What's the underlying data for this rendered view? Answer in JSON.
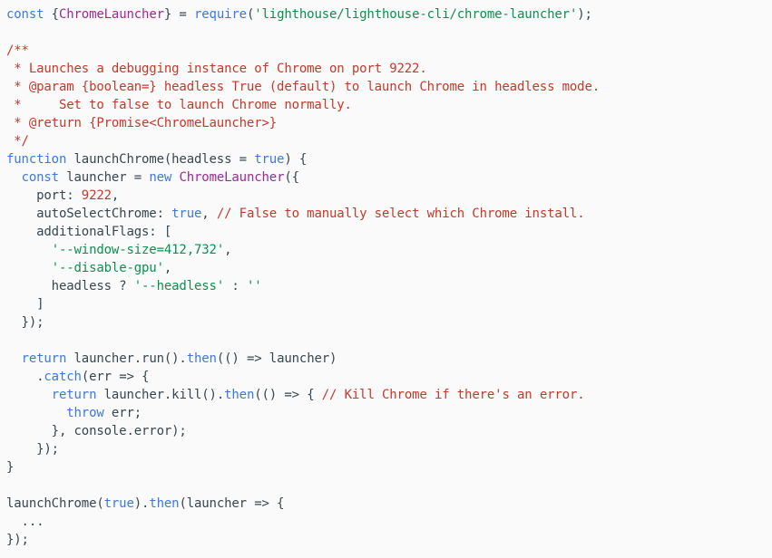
{
  "code": {
    "language": "javascript",
    "colors": {
      "background": "#fafafa",
      "plain": "#37474f",
      "keyword": "#3b78e7",
      "string": "#0d904f",
      "comment": "#c53929",
      "number": "#c53929",
      "literal": "#3b78e7",
      "class": "#a0279a",
      "method": "#3b78e7"
    },
    "lines": [
      [
        [
          "keyword",
          "const"
        ],
        [
          "plain",
          " {"
        ],
        [
          "class",
          "ChromeLauncher"
        ],
        [
          "plain",
          "} = "
        ],
        [
          "method",
          "require"
        ],
        [
          "plain",
          "("
        ],
        [
          "string",
          "'lighthouse/lighthouse-cli/chrome-launcher'"
        ],
        [
          "plain",
          ");"
        ]
      ],
      [],
      [
        [
          "comment",
          "/**"
        ]
      ],
      [
        [
          "comment",
          " * Launches a debugging instance of Chrome on port 9222."
        ]
      ],
      [
        [
          "comment",
          " * @param {boolean=} headless True (default) to launch Chrome in headless mode."
        ]
      ],
      [
        [
          "comment",
          " *     Set to false to launch Chrome normally."
        ]
      ],
      [
        [
          "comment",
          " * @return {Promise<ChromeLauncher>}"
        ]
      ],
      [
        [
          "comment",
          " */"
        ]
      ],
      [
        [
          "keyword",
          "function"
        ],
        [
          "plain",
          " launchChrome(headless = "
        ],
        [
          "literal",
          "true"
        ],
        [
          "plain",
          ") {"
        ]
      ],
      [
        [
          "plain",
          "  "
        ],
        [
          "keyword",
          "const"
        ],
        [
          "plain",
          " launcher = "
        ],
        [
          "keyword",
          "new"
        ],
        [
          "plain",
          " "
        ],
        [
          "class",
          "ChromeLauncher"
        ],
        [
          "plain",
          "({"
        ]
      ],
      [
        [
          "plain",
          "    port: "
        ],
        [
          "number",
          "9222"
        ],
        [
          "plain",
          ","
        ]
      ],
      [
        [
          "plain",
          "    autoSelectChrome: "
        ],
        [
          "literal",
          "true"
        ],
        [
          "plain",
          ", "
        ],
        [
          "comment",
          "// False to manually select which Chrome install."
        ]
      ],
      [
        [
          "plain",
          "    additionalFlags: ["
        ]
      ],
      [
        [
          "plain",
          "      "
        ],
        [
          "string",
          "'--window-size=412,732'"
        ],
        [
          "plain",
          ","
        ]
      ],
      [
        [
          "plain",
          "      "
        ],
        [
          "string",
          "'--disable-gpu'"
        ],
        [
          "plain",
          ","
        ]
      ],
      [
        [
          "plain",
          "      headless ? "
        ],
        [
          "string",
          "'--headless'"
        ],
        [
          "plain",
          " : "
        ],
        [
          "string",
          "''"
        ]
      ],
      [
        [
          "plain",
          "    ]"
        ]
      ],
      [
        [
          "plain",
          "  });"
        ]
      ],
      [],
      [
        [
          "plain",
          "  "
        ],
        [
          "keyword",
          "return"
        ],
        [
          "plain",
          " launcher.run()."
        ],
        [
          "method",
          "then"
        ],
        [
          "plain",
          "(() => launcher)"
        ]
      ],
      [
        [
          "plain",
          "    ."
        ],
        [
          "method",
          "catch"
        ],
        [
          "plain",
          "(err => {"
        ]
      ],
      [
        [
          "plain",
          "      "
        ],
        [
          "keyword",
          "return"
        ],
        [
          "plain",
          " launcher.kill()."
        ],
        [
          "method",
          "then"
        ],
        [
          "plain",
          "(() => { "
        ],
        [
          "comment",
          "// Kill Chrome if there's an error."
        ]
      ],
      [
        [
          "plain",
          "        "
        ],
        [
          "keyword",
          "throw"
        ],
        [
          "plain",
          " err;"
        ]
      ],
      [
        [
          "plain",
          "      }, console.error);"
        ]
      ],
      [
        [
          "plain",
          "    });"
        ]
      ],
      [
        [
          "plain",
          "}"
        ]
      ],
      [],
      [
        [
          "plain",
          "launchChrome("
        ],
        [
          "literal",
          "true"
        ],
        [
          "plain",
          ")."
        ],
        [
          "method",
          "then"
        ],
        [
          "plain",
          "(launcher => {"
        ]
      ],
      [
        [
          "plain",
          "  ..."
        ]
      ],
      [
        [
          "plain",
          "});"
        ]
      ]
    ]
  }
}
